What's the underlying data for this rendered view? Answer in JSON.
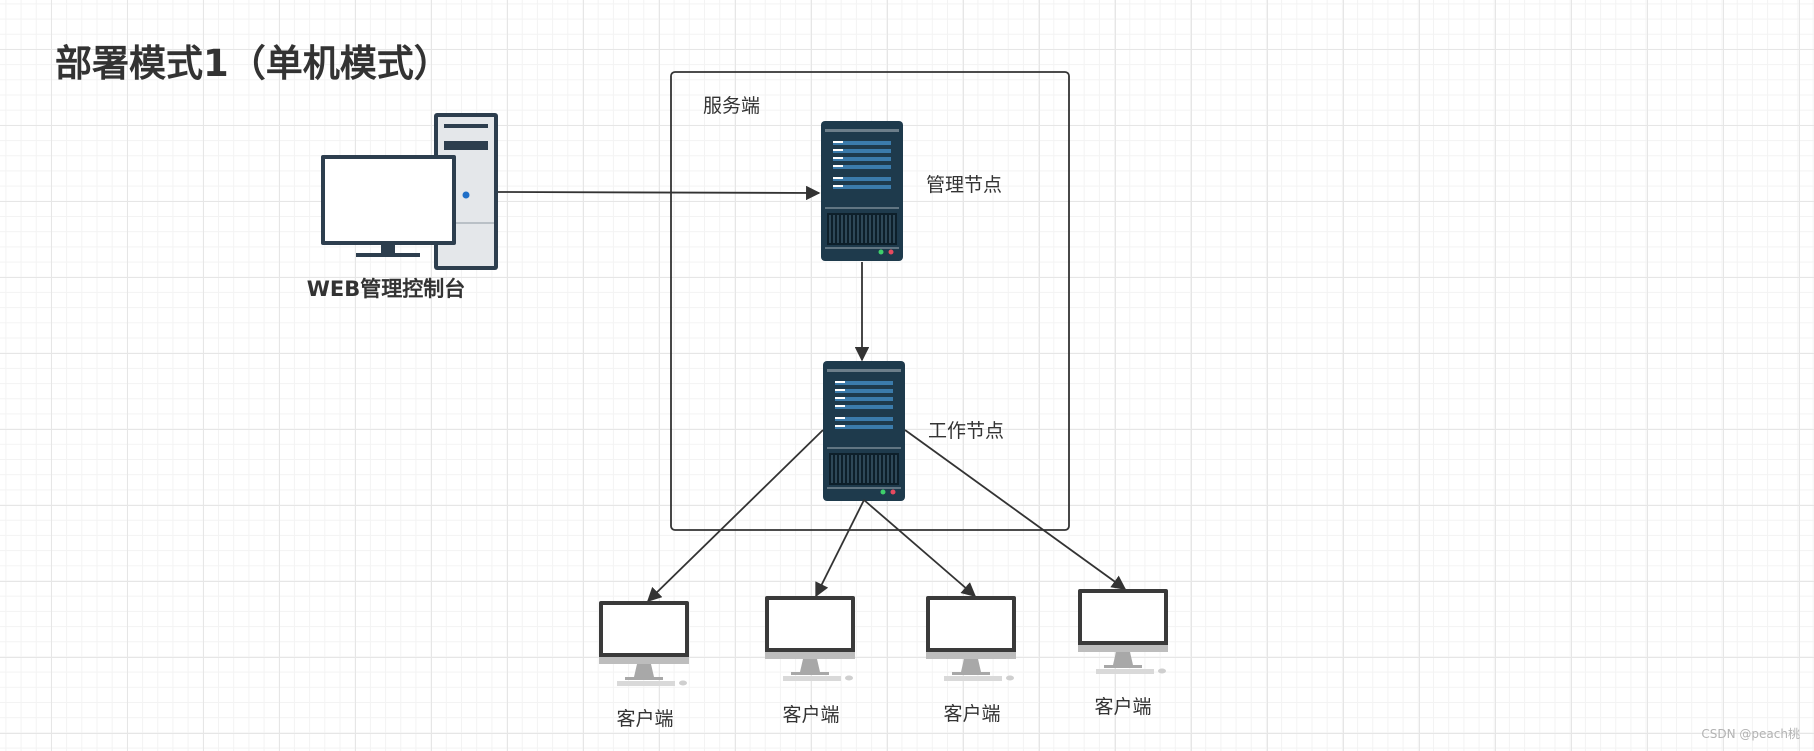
{
  "diagram": {
    "title": "部署模式1（单机模式）",
    "server_group_label": "服务端",
    "web_console_label": "WEB管理控制台",
    "manager_node_label": "管理节点",
    "worker_node_label": "工作节点",
    "client_labels": [
      "客户端",
      "客户端",
      "客户端",
      "客户端"
    ],
    "watermark": "CSDN @peach桃"
  },
  "colors": {
    "server_body": "#1e3a4c",
    "server_stripe": "#3b7bab",
    "connector": "#333333",
    "monitor_frame": "#3a3a3a"
  },
  "icons": [
    "desktop-computer-icon",
    "server-icon",
    "monitor-icon"
  ]
}
